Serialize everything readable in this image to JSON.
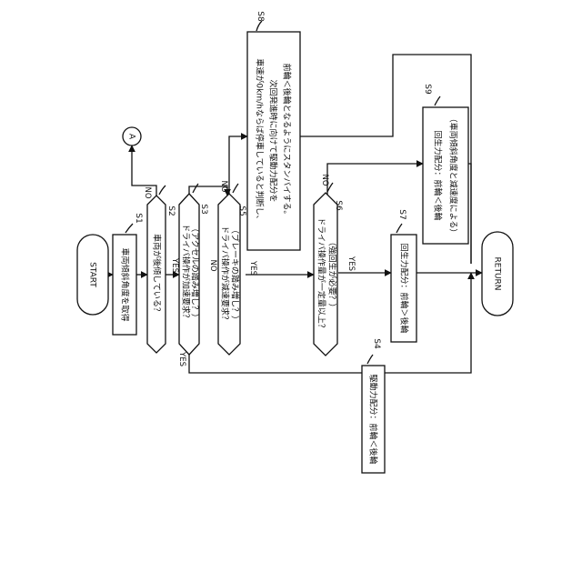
{
  "flowchart": {
    "start": "START",
    "return": "RETURN",
    "connector": "A",
    "yes": "YES",
    "no": "NO",
    "steps": {
      "s1": {
        "id": "S1",
        "text": "車両傾斜角度を取得"
      },
      "s2": {
        "id": "S2",
        "text": "車両が後傾している？"
      },
      "s3": {
        "id": "S3",
        "line1": "ドライバ操作が加速要求？",
        "line2": "（アクセルの踏み増し？）"
      },
      "s5": {
        "id": "S5",
        "line1": "ドライバ操作が減速要求？",
        "line2": "（ブレーキの踏み増し？）"
      },
      "s4": {
        "id": "S4",
        "text": "駆動力配分：前輪＜後輪"
      },
      "s6": {
        "id": "S6",
        "line1": "ドライバ操作量が一定量以上？",
        "line2": "（強回生が必要？）"
      },
      "s7": {
        "id": "S7",
        "text": "回生力配分：前輪＞後輪"
      },
      "s8": {
        "id": "S8",
        "line1": "車速が0km/hならば停車していると判断し、",
        "line2": "次回発進時に向けて駆動力配分を",
        "line3": "前輪＜後輪となるようにスタンバイする。"
      },
      "s9": {
        "id": "S9",
        "line1": "回生力配分：前輪＜後輪",
        "line2": "（車両傾斜角度と減速度による）"
      }
    }
  }
}
